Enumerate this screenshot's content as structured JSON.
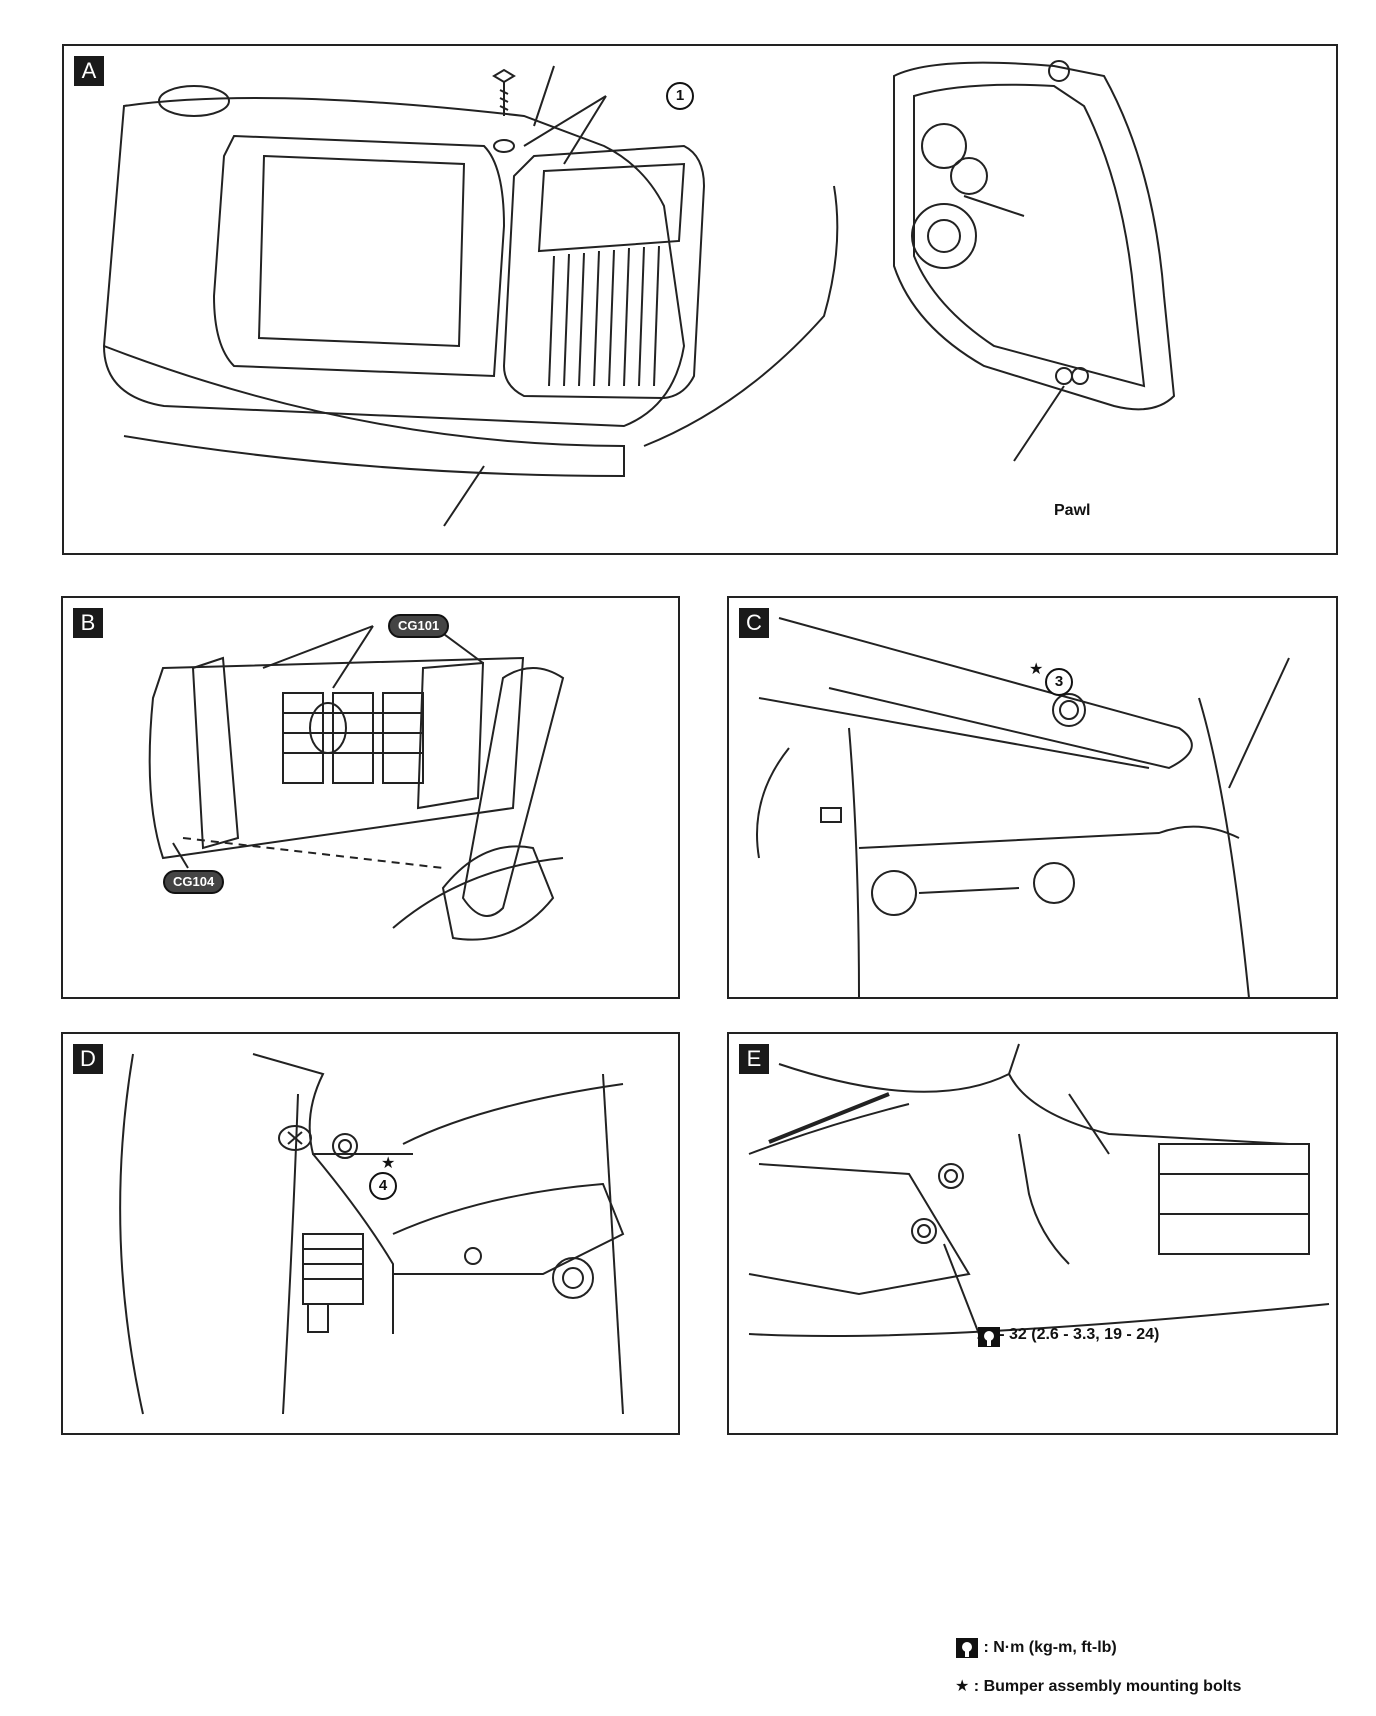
{
  "panels": {
    "a": {
      "tag": "A",
      "callout_1": "1",
      "pawl_label": "Pawl"
    },
    "b": {
      "tag": "B",
      "connector_1": "CG101",
      "connector_2": "CG104"
    },
    "c": {
      "tag": "C",
      "callout_3": "3"
    },
    "d": {
      "tag": "D",
      "callout_4": "4"
    },
    "e": {
      "tag": "E",
      "torque_value": "25 - 32 (2.6 - 3.3, 19 - 24)"
    }
  },
  "legend": {
    "torque_units": ": N·m (kg-m, ft-lb)",
    "star_symbol": "★",
    "star_meaning": ": Bumper assembly mounting bolts"
  },
  "icons": {
    "torque": "torque-wrench-icon",
    "star": "star-icon",
    "screw": "screw-icon"
  }
}
